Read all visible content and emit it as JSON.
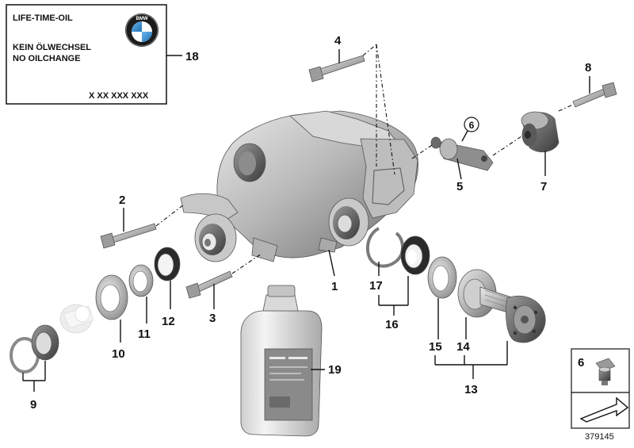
{
  "oil_label": {
    "line1": "LIFE-TIME-OIL",
    "line2": "KEIN ÖLWECHSEL",
    "line3": "NO OILCHANGE",
    "part_number": "X XX XXX XXX",
    "logo_text": "BMW"
  },
  "callouts": {
    "c1": "1",
    "c2": "2",
    "c3": "3",
    "c4": "4",
    "c5": "5",
    "c6": "6",
    "c7": "7",
    "c8": "8",
    "c9": "9",
    "c10": "10",
    "c11": "11",
    "c12": "12",
    "c13": "13",
    "c14": "14",
    "c15": "15",
    "c16": "16",
    "c17": "17",
    "c18": "18",
    "c19": "19"
  },
  "legend": {
    "ref_number": "6"
  },
  "diagram_id": "379145"
}
